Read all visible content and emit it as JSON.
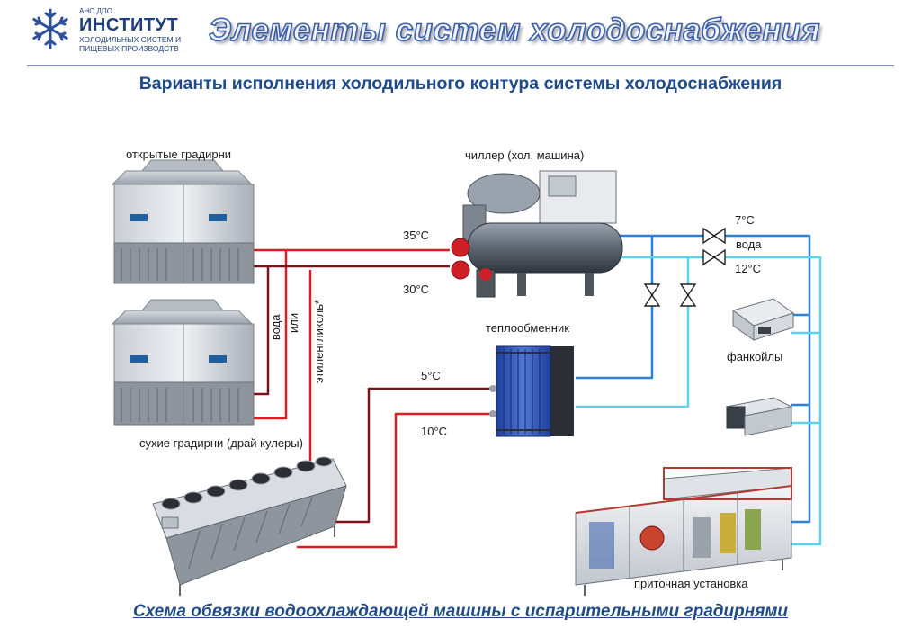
{
  "header": {
    "logo": {
      "prefix": "АНО ДПО",
      "name": "ИНСТИТУТ",
      "line1": "ХОЛОДИЛЬНЫХ СИСТЕМ И",
      "line2": "ПИЩЕВЫХ ПРОИЗВОДСТВ"
    },
    "title": "Элементы систем холодоснабжения"
  },
  "subtitle": "Варианты исполнения холодильного контура системы холодоснабжения",
  "diagram": {
    "open_towers_label": "открытые градирни",
    "dry_towers_label": "сухие градирни (драй кулеры)",
    "chiller_label": "чиллер (хол. машина)",
    "heat_exchanger_label": "теплообменник",
    "fancoils_label": "фанкойлы",
    "ahu_label": "приточная установка",
    "temp_35": "35°C",
    "temp_30": "30°C",
    "temp_5": "5°C",
    "temp_10": "10°C",
    "temp_7": "7°C",
    "temp_12": "12°C",
    "water_right": "вода",
    "vertical_water": "вода",
    "vertical_or": "или",
    "vertical_glycol": "этиленгликоль*",
    "colors": {
      "hot_pipe": "#d81f26",
      "warm_pipe": "#7a1218",
      "cold_pipe": "#2f7fd8",
      "cool_pipe": "#59d3ef"
    }
  },
  "caption": "Схема обвязки водоохлаждающей машины с испарительными градирнями"
}
